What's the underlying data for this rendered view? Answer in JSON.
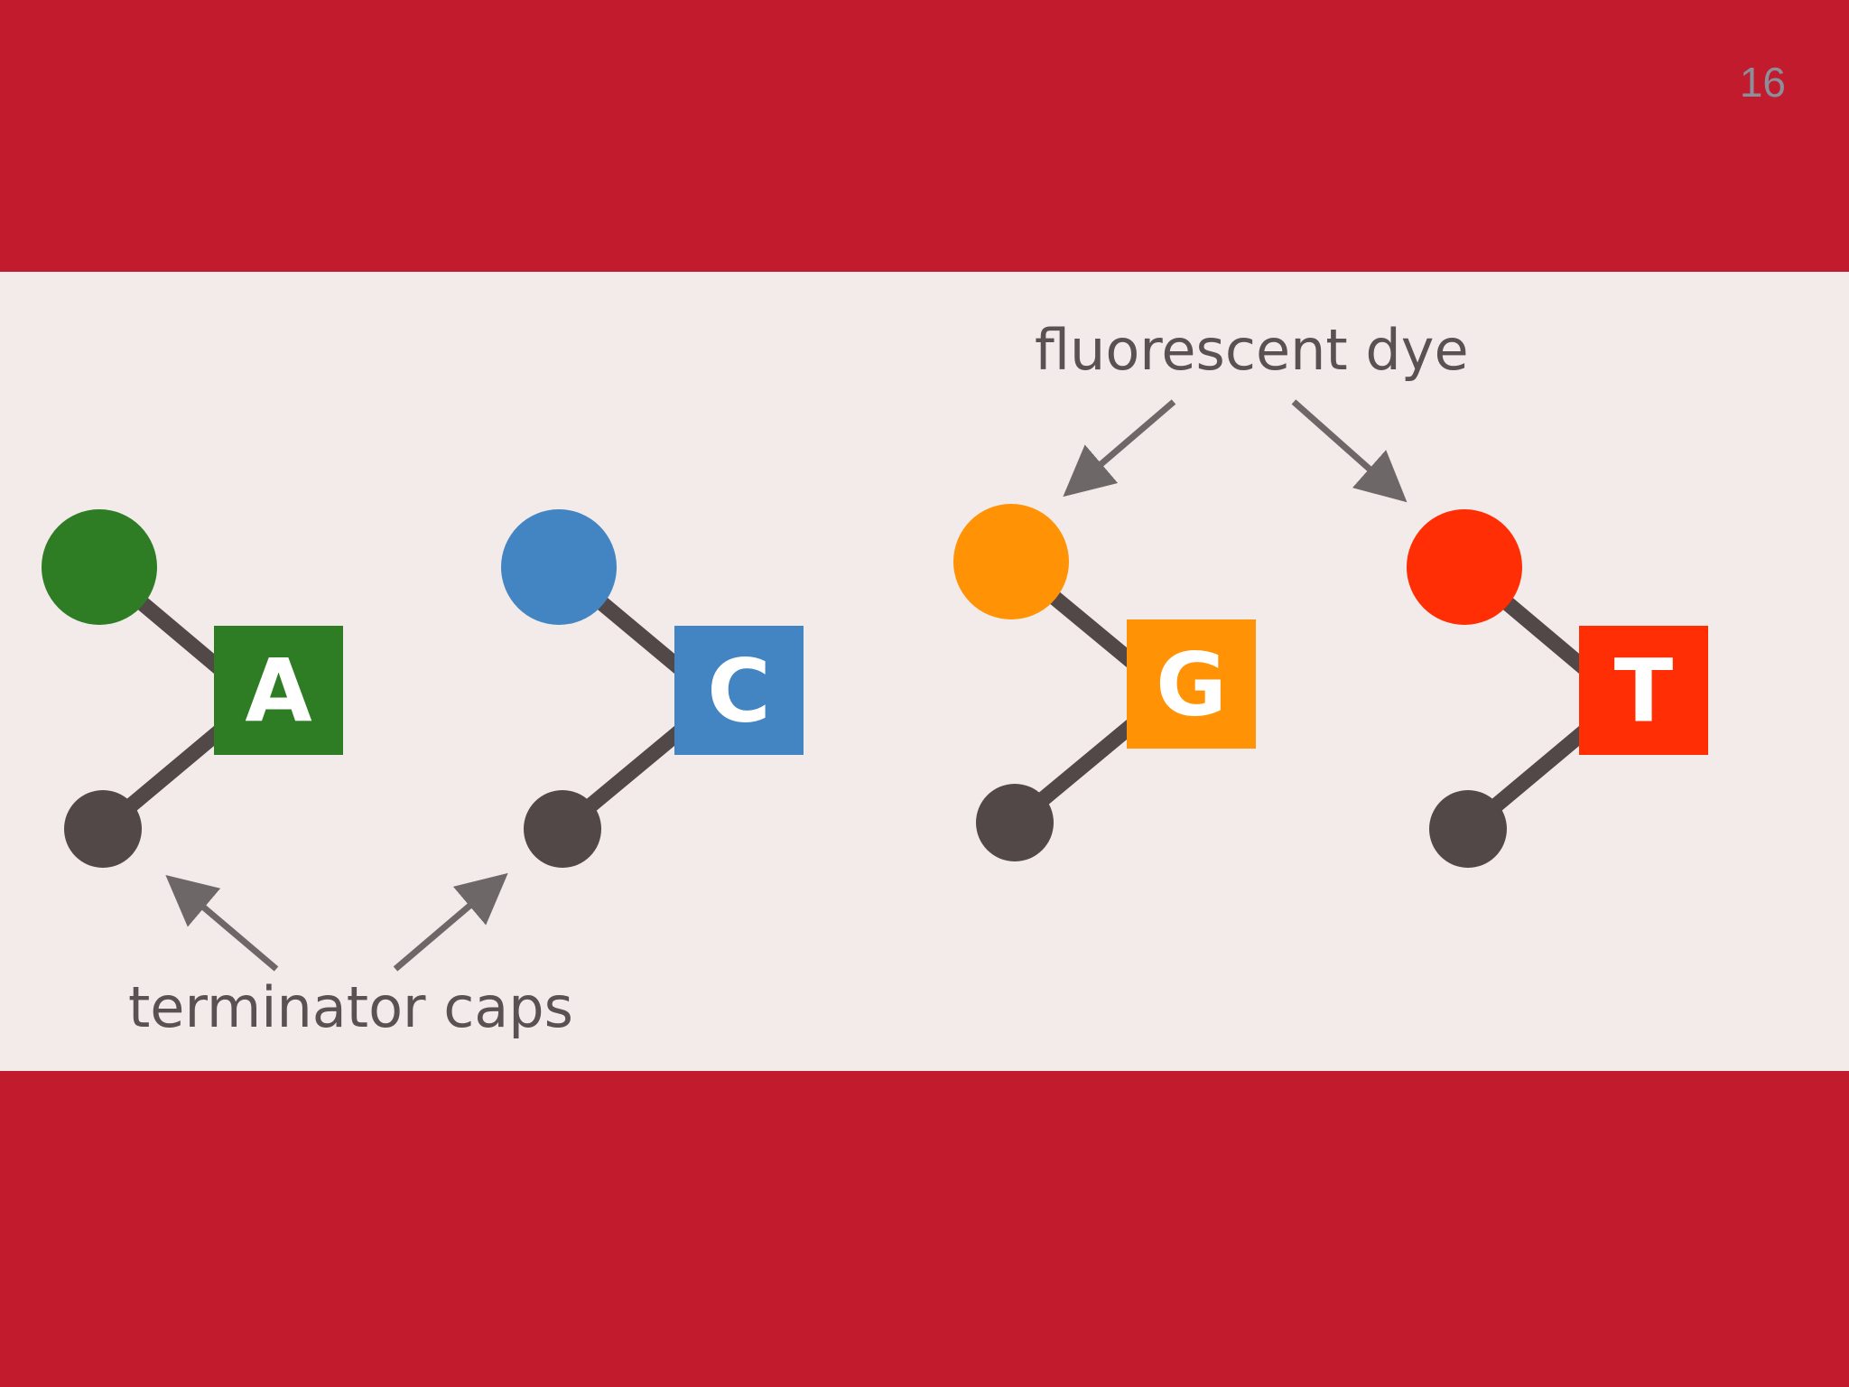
{
  "slide": {
    "number": "16"
  },
  "labels": {
    "fluorescent_dye": "fluorescent dye",
    "terminator_caps": "terminator caps"
  },
  "nucleotides": [
    {
      "letter": "A",
      "color": "#2e7d25"
    },
    {
      "letter": "C",
      "color": "#4285c2"
    },
    {
      "letter": "G",
      "color": "#ff9305"
    },
    {
      "letter": "T",
      "color": "#ff2e05"
    }
  ],
  "colors": {
    "stem": "#524848",
    "arrow": "#6e6767",
    "background": "#f2ebea",
    "frame": "#c21b2e"
  }
}
